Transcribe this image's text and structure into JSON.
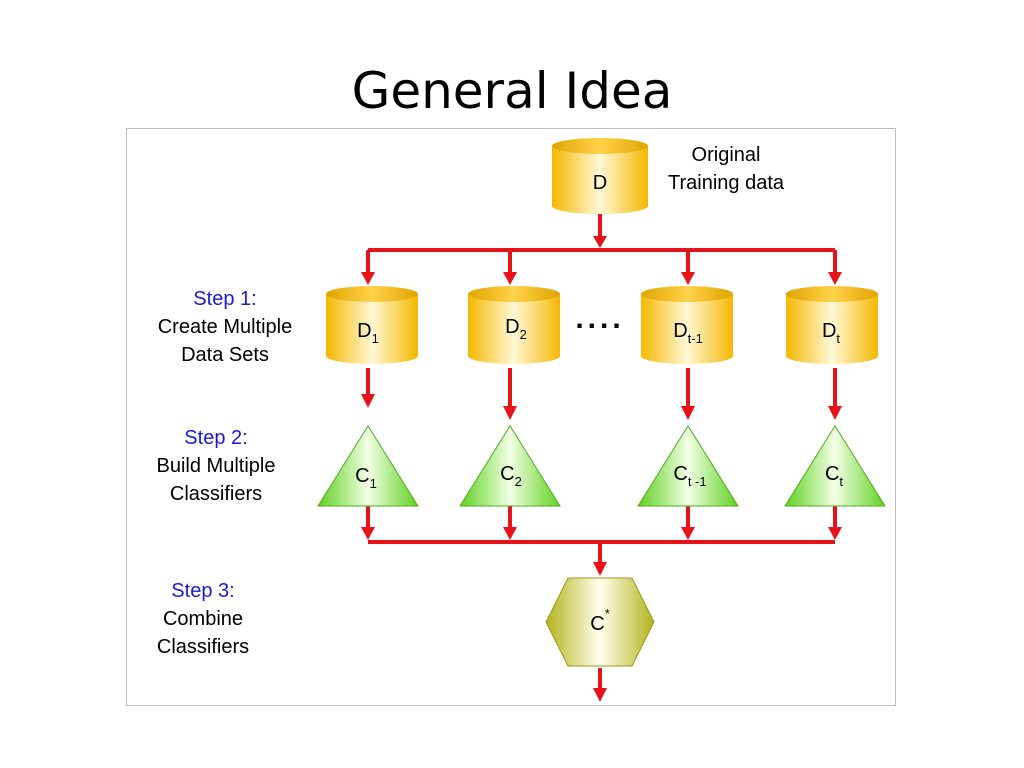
{
  "slide": {
    "title": "General Idea"
  },
  "source": {
    "name": "D",
    "caption_line1": "Original",
    "caption_line2": "Training data"
  },
  "steps": [
    {
      "label": "Step 1:",
      "line1": "Create Multiple",
      "line2": "Data Sets"
    },
    {
      "label": "Step 2:",
      "line1": "Build Multiple",
      "line2": "Classifiers"
    },
    {
      "label": "Step 3:",
      "line1": "Combine",
      "line2": "Classifiers"
    }
  ],
  "datasets": [
    {
      "base": "D",
      "sub": "1"
    },
    {
      "base": "D",
      "sub": "2"
    },
    {
      "base": "D",
      "sub": "t-1"
    },
    {
      "base": "D",
      "sub": "t"
    }
  ],
  "ellipsis": "....",
  "classifiers": [
    {
      "base": "C",
      "sub": "1"
    },
    {
      "base": "C",
      "sub": "2"
    },
    {
      "base": "C",
      "sub": "t -1"
    },
    {
      "base": "C",
      "sub": "t"
    }
  ],
  "combined": {
    "base": "C",
    "sup": "*"
  },
  "colors": {
    "arrow": "#e8121a",
    "cylinder": "#f5b800",
    "cylinder_highlight": "#fff8d6",
    "triangle": "#5fd11e",
    "triangle_highlight": "#f2ffe6",
    "hexagon": "#b3b31e",
    "hexagon_highlight": "#ffffee",
    "step_label": "#1a1ad6"
  }
}
